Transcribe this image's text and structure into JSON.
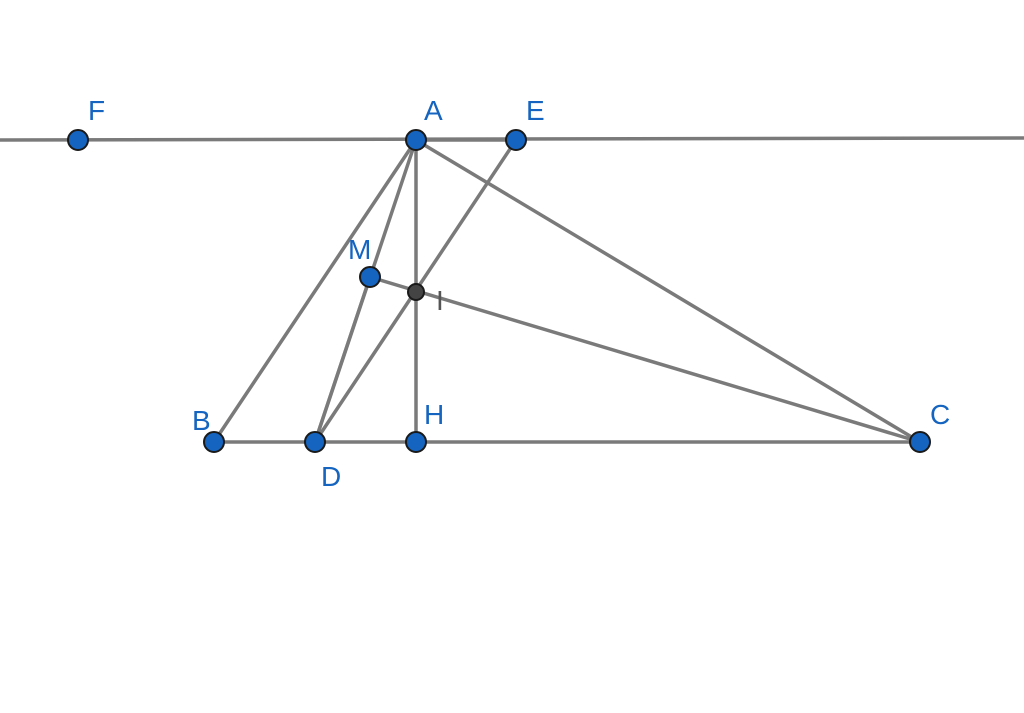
{
  "points": {
    "A": {
      "label": "A",
      "kind": "free"
    },
    "B": {
      "label": "B",
      "kind": "free"
    },
    "C": {
      "label": "C",
      "kind": "free"
    },
    "D": {
      "label": "D",
      "kind": "free"
    },
    "E": {
      "label": "E",
      "kind": "free"
    },
    "F": {
      "label": "F",
      "kind": "free"
    },
    "H": {
      "label": "H",
      "kind": "free"
    },
    "I": {
      "label": "I",
      "kind": "dependent"
    },
    "M": {
      "label": "M",
      "kind": "free"
    }
  },
  "segments": [
    [
      "A",
      "B"
    ],
    [
      "A",
      "C"
    ],
    [
      "B",
      "C"
    ],
    [
      "A",
      "H"
    ],
    [
      "A",
      "D"
    ],
    [
      "D",
      "M"
    ],
    [
      "D",
      "E"
    ],
    [
      "M",
      "C"
    ],
    [
      "A",
      "E"
    ]
  ],
  "lines": [
    {
      "through": [
        "F",
        "A"
      ],
      "name": "line-through-F-and-A"
    }
  ],
  "colors": {
    "point_fill": "#1565c0",
    "dependent_point_fill": "#444444",
    "stroke": "#7a7a7a",
    "label_free": "#1565c0",
    "label_dependent": "#555555"
  }
}
